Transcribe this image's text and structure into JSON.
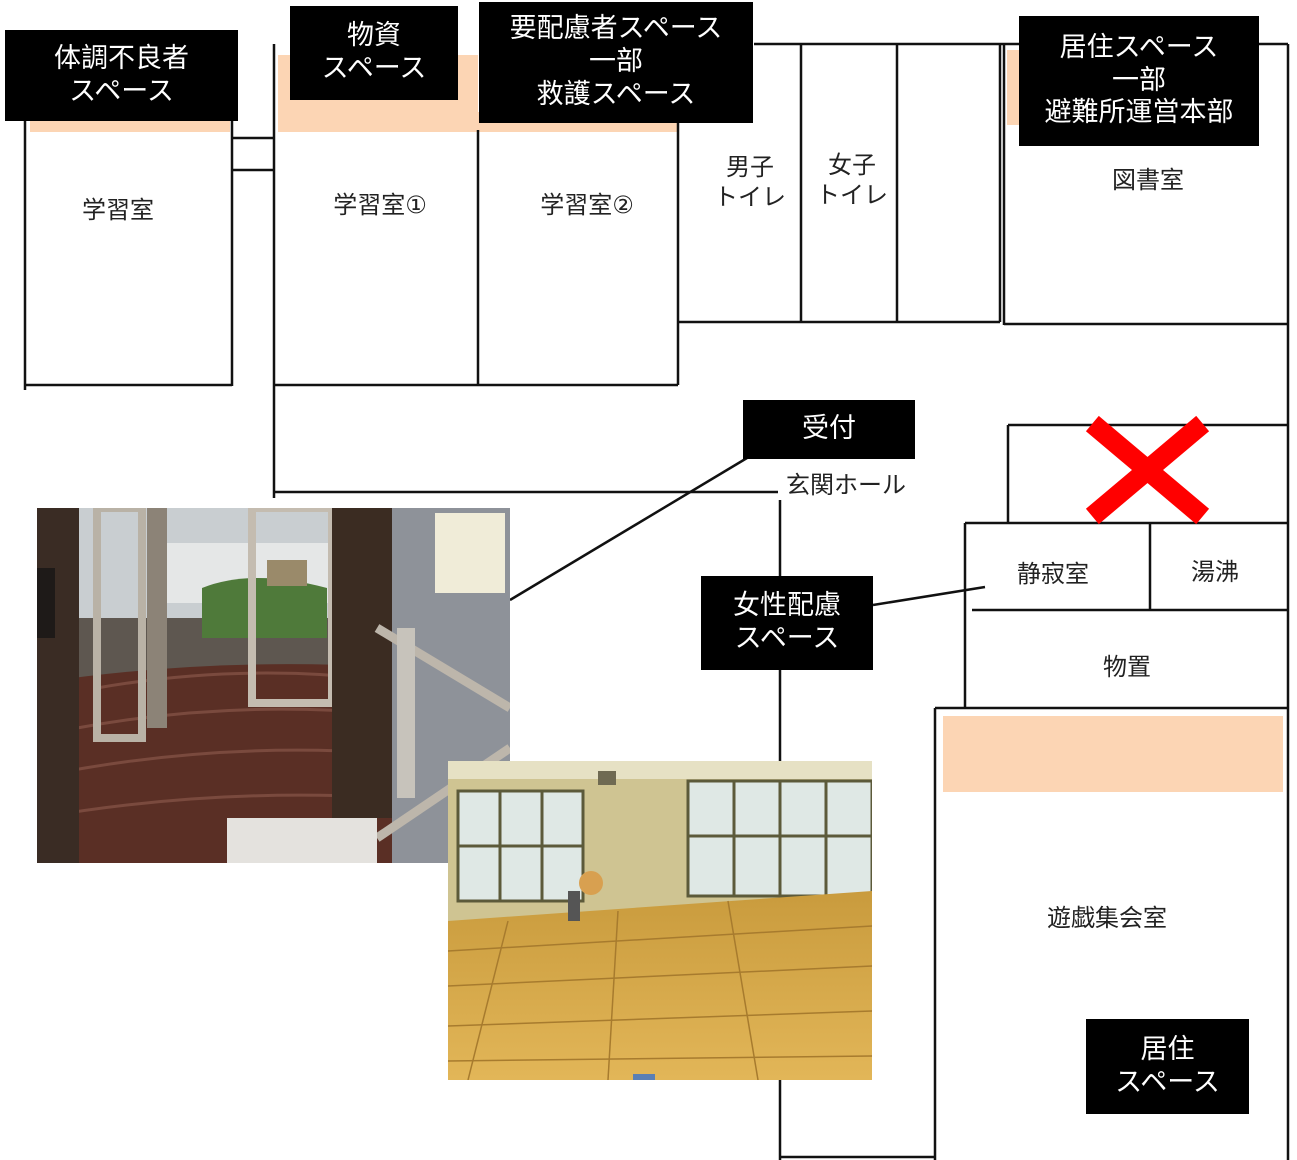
{
  "labels": {
    "ill_space": "体調不良者\nスペース",
    "supply_space": "物資\nスペース",
    "care_space": "要配慮者スペース\n一部\n救護スペース",
    "living_space_hq": "居住スペース\n一部\n避難所運営本部",
    "reception": "受付",
    "women_space": "女性配慮\nスペース",
    "living_space": "居住\nスペース"
  },
  "rooms": {
    "study_room": "学習室",
    "study_room_1": "学習室①",
    "study_room_2": "学習室②",
    "mens_toilet": "男子\nトイレ",
    "womens_toilet": "女子\nトイレ",
    "library": "図書室",
    "entrance_hall": "玄関ホール",
    "quiet_room": "静寂室",
    "kitchenette": "湯沸",
    "storage": "物置",
    "play_hall": "遊戯集会室"
  },
  "colors": {
    "highlight": "#fcd5b4",
    "label_bg": "#000000",
    "cross": "#ff0000"
  }
}
